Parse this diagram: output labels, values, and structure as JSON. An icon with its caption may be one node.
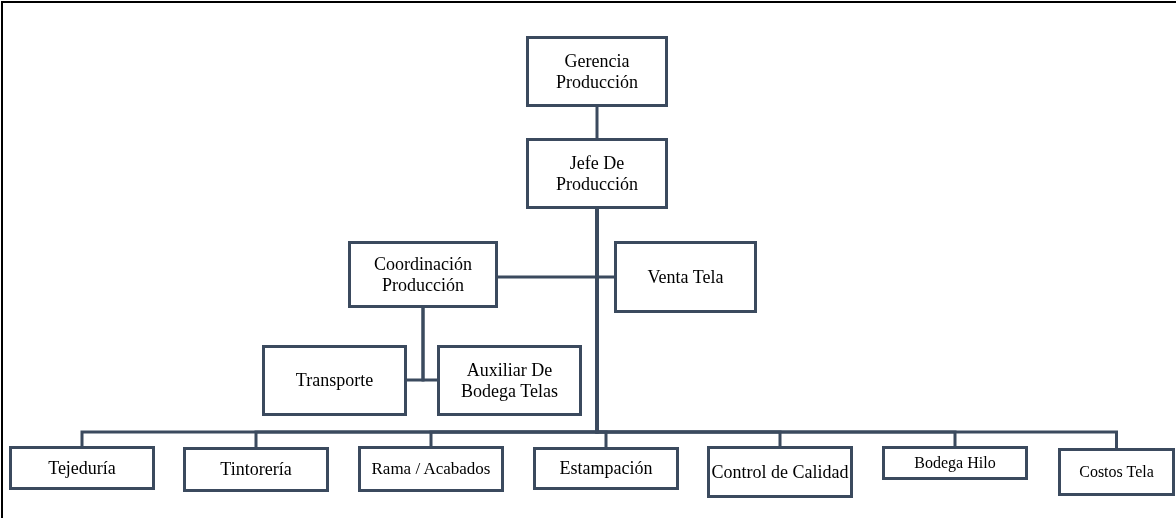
{
  "diagram": {
    "nodes": [
      {
        "text": [
          "Gerencia Producción"
        ]
      },
      {
        "text": [
          "Jefe De Producción"
        ]
      },
      {
        "text": [
          "Coordinación Producción"
        ]
      },
      {
        "text": [
          "Venta Tela"
        ]
      },
      {
        "text": [
          "Transporte"
        ]
      },
      {
        "text": [
          "Auxiliar De Bodega Telas"
        ]
      },
      {
        "text": [
          "Tejeduría"
        ]
      },
      {
        "text": [
          "Tintorería"
        ]
      },
      {
        "text": [
          "Rama / Acabados"
        ]
      },
      {
        "text": [
          "Estampación"
        ]
      },
      {
        "text": [
          "Control de Calidad"
        ]
      },
      {
        "text": [
          "Bodega Hilo"
        ]
      },
      {
        "text": [
          "Costos Tela"
        ]
      }
    ],
    "edges": [
      {
        "from": 0,
        "to": 1,
        "arrow": "none"
      },
      {
        "from": 1,
        "to": 2,
        "arrow": "none"
      },
      {
        "from": 1,
        "to": 3,
        "arrow": "none"
      },
      {
        "from": 2,
        "to": 4,
        "arrow": "none"
      },
      {
        "from": 2,
        "to": 5,
        "arrow": "none"
      },
      {
        "from": 1,
        "to": 6,
        "arrow": "none"
      },
      {
        "from": 1,
        "to": 7,
        "arrow": "none"
      },
      {
        "from": 1,
        "to": 8,
        "arrow": "none"
      },
      {
        "from": 1,
        "to": 9,
        "arrow": "none"
      },
      {
        "from": 1,
        "to": 10,
        "arrow": "none"
      },
      {
        "from": 1,
        "to": 11,
        "arrow": "none"
      },
      {
        "from": 1,
        "to": 12,
        "arrow": "none"
      }
    ]
  }
}
